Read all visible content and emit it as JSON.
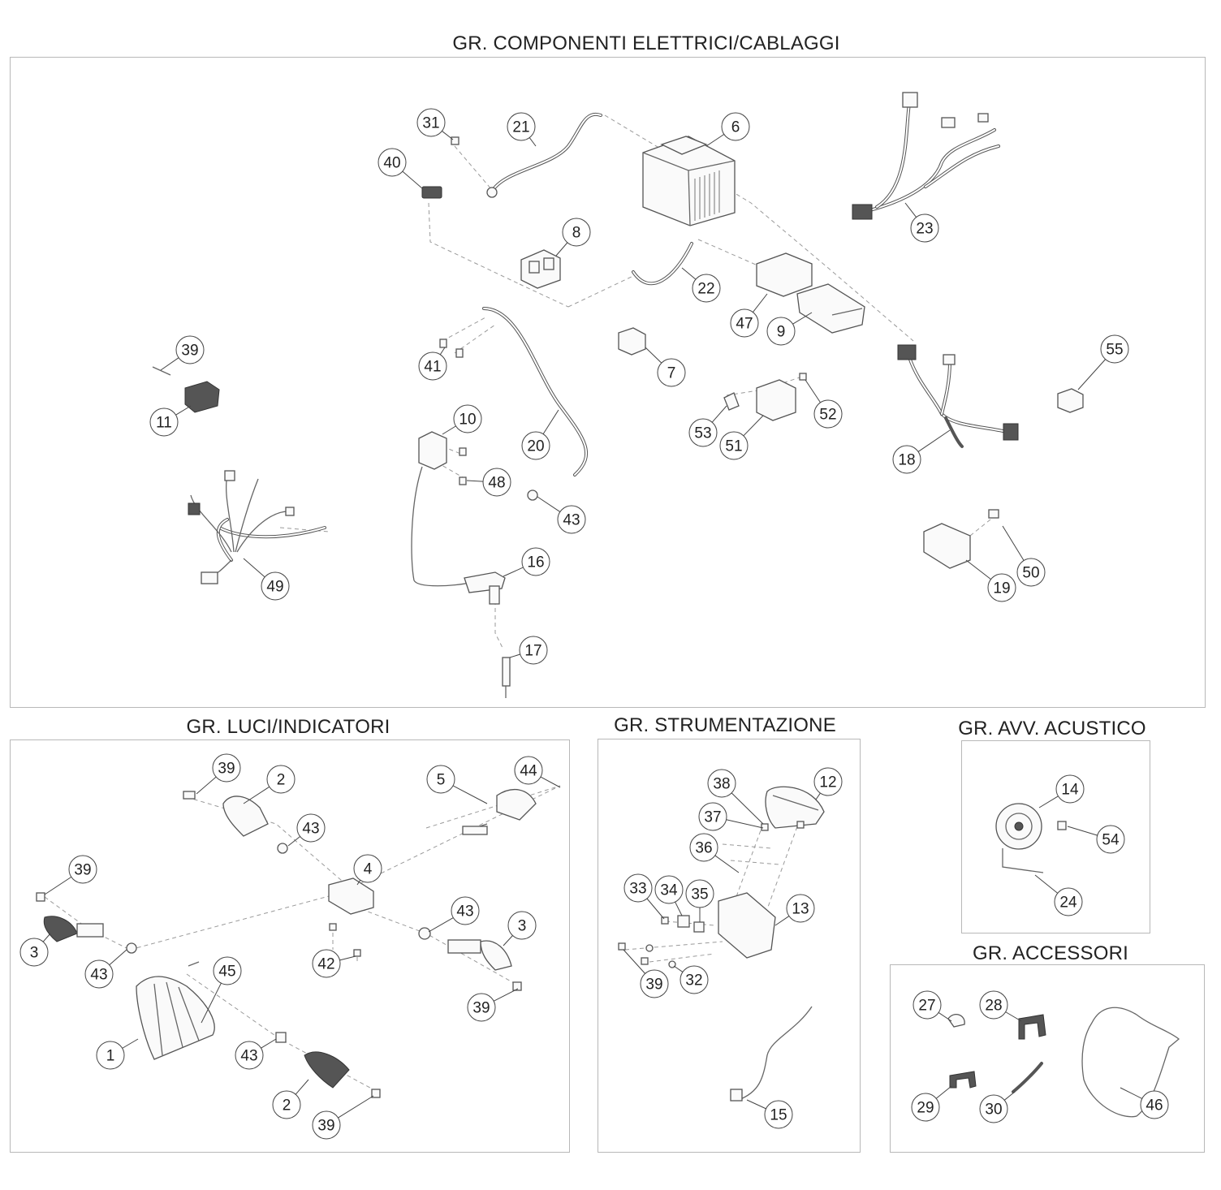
{
  "groups": [
    {
      "id": "elettrici",
      "title": "GR. COMPONENTI ELETTRICI/CABLAGGI"
    },
    {
      "id": "luci",
      "title": "GR. LUCI/INDICATORI"
    },
    {
      "id": "strumentazione",
      "title": "GR. STRUMENTAZIONE"
    },
    {
      "id": "acustico",
      "title": "GR. AVV. ACUSTICO"
    },
    {
      "id": "accessori",
      "title": "GR. ACCESSORI"
    }
  ],
  "callouts": [
    {
      "group": "elettrici",
      "label": "31"
    },
    {
      "group": "elettrici",
      "label": "21"
    },
    {
      "group": "elettrici",
      "label": "6"
    },
    {
      "group": "elettrici",
      "label": "40"
    },
    {
      "group": "elettrici",
      "label": "8"
    },
    {
      "group": "elettrici",
      "label": "22"
    },
    {
      "group": "elettrici",
      "label": "23"
    },
    {
      "group": "elettrici",
      "label": "47"
    },
    {
      "group": "elettrici",
      "label": "9"
    },
    {
      "group": "elettrici",
      "label": "39"
    },
    {
      "group": "elettrici",
      "label": "41"
    },
    {
      "group": "elettrici",
      "label": "7"
    },
    {
      "group": "elettrici",
      "label": "55"
    },
    {
      "group": "elettrici",
      "label": "11"
    },
    {
      "group": "elettrici",
      "label": "10"
    },
    {
      "group": "elettrici",
      "label": "20"
    },
    {
      "group": "elettrici",
      "label": "53"
    },
    {
      "group": "elettrici",
      "label": "52"
    },
    {
      "group": "elettrici",
      "label": "51"
    },
    {
      "group": "elettrici",
      "label": "18"
    },
    {
      "group": "elettrici",
      "label": "48"
    },
    {
      "group": "elettrici",
      "label": "43"
    },
    {
      "group": "elettrici",
      "label": "49"
    },
    {
      "group": "elettrici",
      "label": "16"
    },
    {
      "group": "elettrici",
      "label": "50"
    },
    {
      "group": "elettrici",
      "label": "19"
    },
    {
      "group": "elettrici",
      "label": "17"
    },
    {
      "group": "luci",
      "label": "39"
    },
    {
      "group": "luci",
      "label": "2"
    },
    {
      "group": "luci",
      "label": "5"
    },
    {
      "group": "luci",
      "label": "44"
    },
    {
      "group": "luci",
      "label": "43"
    },
    {
      "group": "luci",
      "label": "4"
    },
    {
      "group": "luci",
      "label": "39"
    },
    {
      "group": "luci",
      "label": "43"
    },
    {
      "group": "luci",
      "label": "3"
    },
    {
      "group": "luci",
      "label": "3"
    },
    {
      "group": "luci",
      "label": "43"
    },
    {
      "group": "luci",
      "label": "42"
    },
    {
      "group": "luci",
      "label": "45"
    },
    {
      "group": "luci",
      "label": "39"
    },
    {
      "group": "luci",
      "label": "1"
    },
    {
      "group": "luci",
      "label": "43"
    },
    {
      "group": "luci",
      "label": "2"
    },
    {
      "group": "luci",
      "label": "39"
    },
    {
      "group": "strumentazione",
      "label": "38"
    },
    {
      "group": "strumentazione",
      "label": "12"
    },
    {
      "group": "strumentazione",
      "label": "37"
    },
    {
      "group": "strumentazione",
      "label": "36"
    },
    {
      "group": "strumentazione",
      "label": "33"
    },
    {
      "group": "strumentazione",
      "label": "34"
    },
    {
      "group": "strumentazione",
      "label": "35"
    },
    {
      "group": "strumentazione",
      "label": "13"
    },
    {
      "group": "strumentazione",
      "label": "39"
    },
    {
      "group": "strumentazione",
      "label": "32"
    },
    {
      "group": "strumentazione",
      "label": "15"
    },
    {
      "group": "acustico",
      "label": "14"
    },
    {
      "group": "acustico",
      "label": "54"
    },
    {
      "group": "acustico",
      "label": "24"
    },
    {
      "group": "accessori",
      "label": "27"
    },
    {
      "group": "accessori",
      "label": "28"
    },
    {
      "group": "accessori",
      "label": "29"
    },
    {
      "group": "accessori",
      "label": "30"
    },
    {
      "group": "accessori",
      "label": "46"
    }
  ]
}
